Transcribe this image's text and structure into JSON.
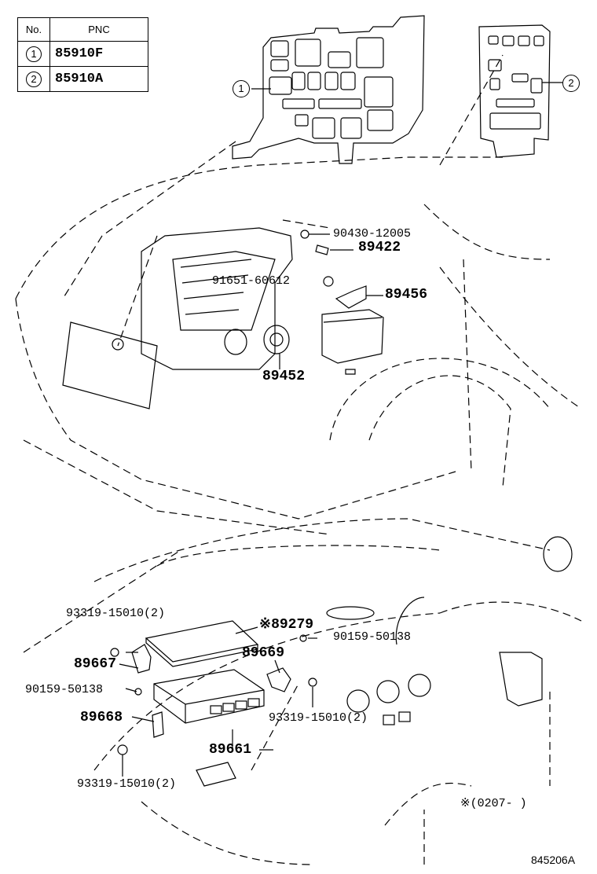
{
  "table": {
    "header_no": "No.",
    "header_pnc": "PNC",
    "rows": [
      {
        "no": "1",
        "pnc": "85910F"
      },
      {
        "no": "2",
        "pnc": "85910A"
      }
    ]
  },
  "callouts": {
    "c1": "1",
    "c2": "2"
  },
  "labels": {
    "p90430": "90430-12005",
    "p89422": "89422",
    "p91651": "91651-60612",
    "p89456": "89456",
    "p89452": "89452",
    "p93319_a": "93319-15010(2)",
    "p89279": "※89279",
    "p90159_a": "90159-50138",
    "p89669": "89669",
    "p89667": "89667",
    "p90159_b": "90159-50138",
    "p89668": "89668",
    "p93319_b": "93319-15010(2)",
    "p89661": "89661",
    "p93319_c": "93319-15010(2)",
    "note": "※(0207-       )",
    "figure_code": "845206A"
  }
}
